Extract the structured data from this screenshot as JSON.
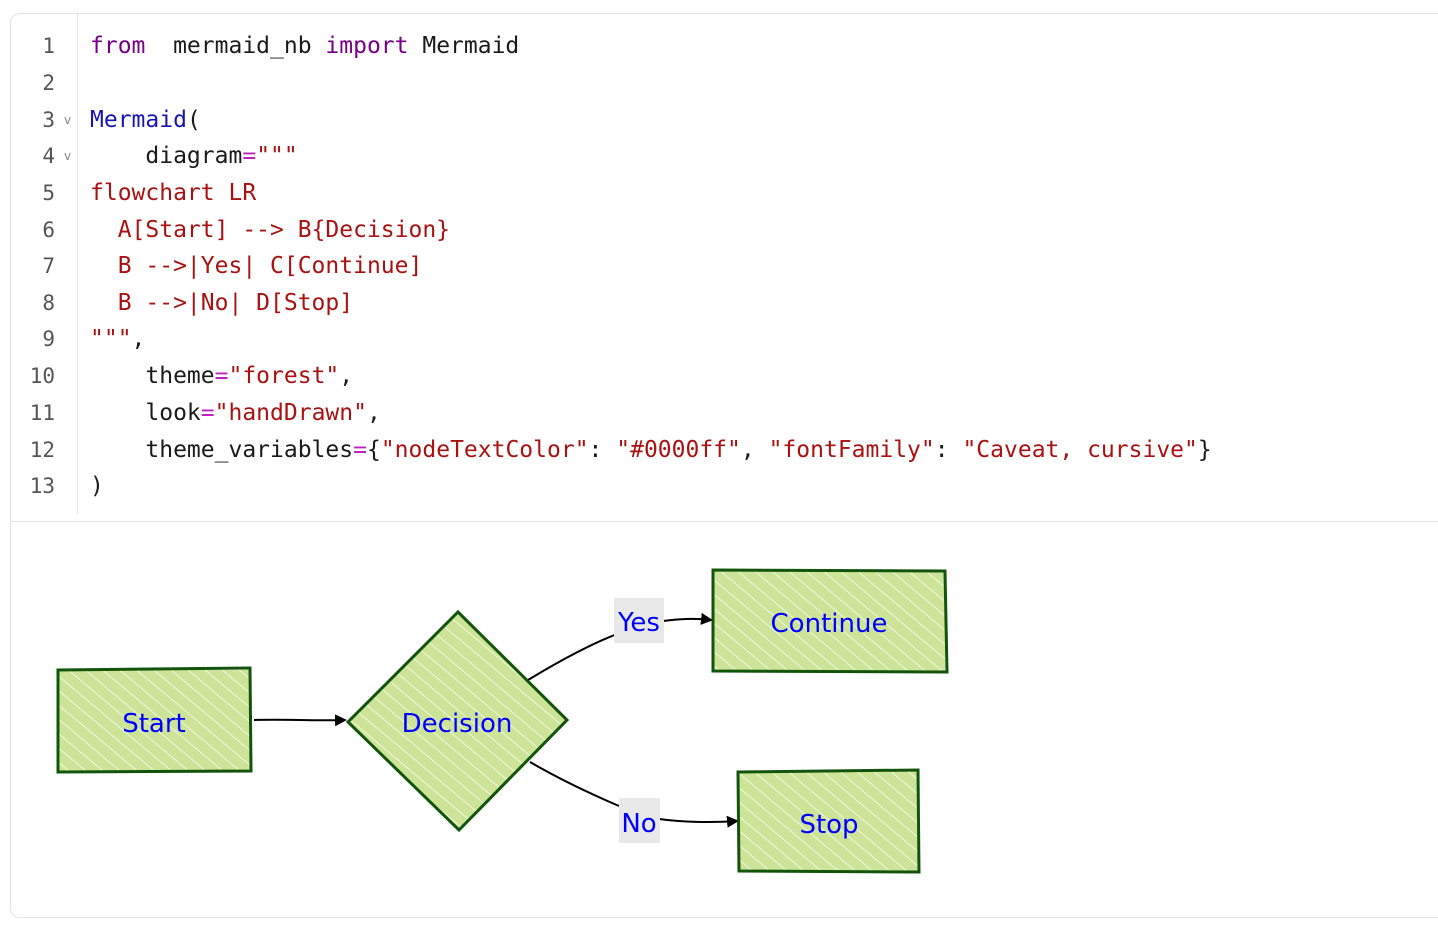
{
  "code": {
    "lines": [
      {
        "n": "1",
        "fold": "",
        "parts": [
          [
            "kw",
            "from"
          ],
          [
            "",
            "  mermaid_nb "
          ],
          [
            "kw",
            "import"
          ],
          [
            "",
            " Mermaid"
          ]
        ]
      },
      {
        "n": "2",
        "fold": "",
        "parts": []
      },
      {
        "n": "3",
        "fold": "v",
        "parts": [
          [
            "fn",
            "Mermaid"
          ],
          [
            "",
            "("
          ]
        ]
      },
      {
        "n": "4",
        "fold": "v",
        "parts": [
          [
            "",
            "    diagram"
          ],
          [
            "op",
            "="
          ],
          [
            "str",
            "\"\"\""
          ]
        ]
      },
      {
        "n": "5",
        "fold": "",
        "parts": [
          [
            "str",
            "flowchart LR"
          ]
        ]
      },
      {
        "n": "6",
        "fold": "",
        "parts": [
          [
            "str",
            "  A[Start] --> B{Decision}"
          ]
        ]
      },
      {
        "n": "7",
        "fold": "",
        "parts": [
          [
            "str",
            "  B -->|Yes| C[Continue]"
          ]
        ]
      },
      {
        "n": "8",
        "fold": "",
        "parts": [
          [
            "str",
            "  B -->|No| D[Stop]"
          ]
        ]
      },
      {
        "n": "9",
        "fold": "",
        "parts": [
          [
            "str",
            "\"\"\""
          ],
          [
            "",
            ","
          ]
        ]
      },
      {
        "n": "10",
        "fold": "",
        "parts": [
          [
            "",
            "    theme"
          ],
          [
            "op",
            "="
          ],
          [
            "str",
            "\"forest\""
          ],
          [
            "",
            ","
          ]
        ]
      },
      {
        "n": "11",
        "fold": "",
        "parts": [
          [
            "",
            "    look"
          ],
          [
            "op",
            "="
          ],
          [
            "str",
            "\"handDrawn\""
          ],
          [
            "",
            ","
          ]
        ]
      },
      {
        "n": "12",
        "fold": "",
        "parts": [
          [
            "",
            "    theme_variables"
          ],
          [
            "op",
            "="
          ],
          [
            "",
            "{"
          ],
          [
            "str",
            "\"nodeTextColor\""
          ],
          [
            "",
            ": "
          ],
          [
            "str",
            "\"#0000ff\""
          ],
          [
            "",
            ", "
          ],
          [
            "str",
            "\"fontFamily\""
          ],
          [
            "",
            ": "
          ],
          [
            "str",
            "\"Caveat, cursive\""
          ],
          [
            "",
            "}"
          ]
        ]
      },
      {
        "n": "13",
        "fold": "",
        "parts": [
          [
            "",
            ")"
          ]
        ]
      }
    ]
  },
  "diagram": {
    "nodes": {
      "start": "Start",
      "decision": "Decision",
      "continue": "Continue",
      "stop": "Stop"
    },
    "edges": {
      "yes": "Yes",
      "no": "No"
    },
    "colors": {
      "node_fill": "#cde498",
      "node_stroke": "#13540c",
      "node_text": "#0000ff",
      "edge": "#000000",
      "edge_label_bg": "#e8e8e8"
    }
  }
}
